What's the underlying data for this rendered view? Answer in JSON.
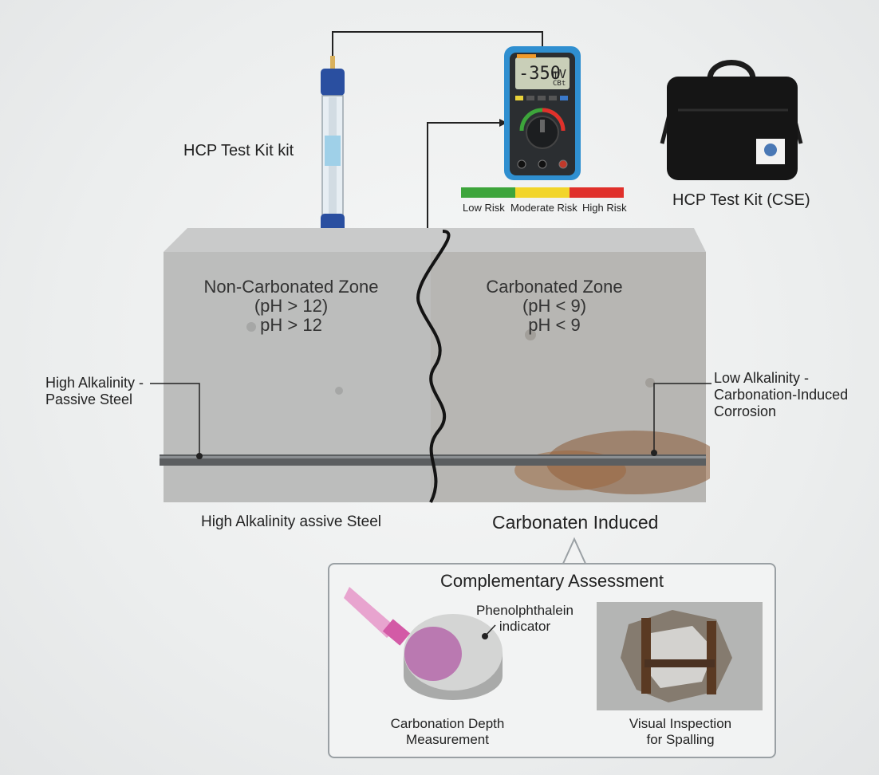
{
  "electrode_label": "HCP Test Kit kit",
  "meter": {
    "reading": "-350",
    "unit": "mV",
    "sub": "CBt",
    "risk_scale": [
      "Low Risk",
      "Moderate Risk",
      "High Risk"
    ],
    "risk_colors": [
      "#3da53b",
      "#f2d52a",
      "#e0302b"
    ]
  },
  "bag_label": "HCP Test Kit (CSE)",
  "zones": {
    "non_carbonated": {
      "title": "Non-Carbonated Zone",
      "line1": "(pH > 12)",
      "line2": "pH > 12"
    },
    "carbonated": {
      "title": "Carbonated Zone",
      "line1": "(pH < 9)",
      "line2": "pH < 9"
    }
  },
  "callouts": {
    "left": {
      "line1": "High Alkalinity -",
      "line2": "Passive Steel"
    },
    "right": {
      "line1": "Low Alkalinity -",
      "line2": "Carbonation-Induced",
      "line3": "Corrosion"
    }
  },
  "bottom_labels": {
    "left": "High Alkalinity  assive Steel",
    "right": "Carbonaten Induced"
  },
  "panel": {
    "title": "Complementary Assessment",
    "indicator": {
      "line1": "Phenolphthalein",
      "line2": "indicator"
    },
    "left_caption": {
      "line1": "Carbonation Depth",
      "line2": "Measurement"
    },
    "right_caption": {
      "line1": "Visual Inspection",
      "line2": "for Spalling"
    }
  }
}
